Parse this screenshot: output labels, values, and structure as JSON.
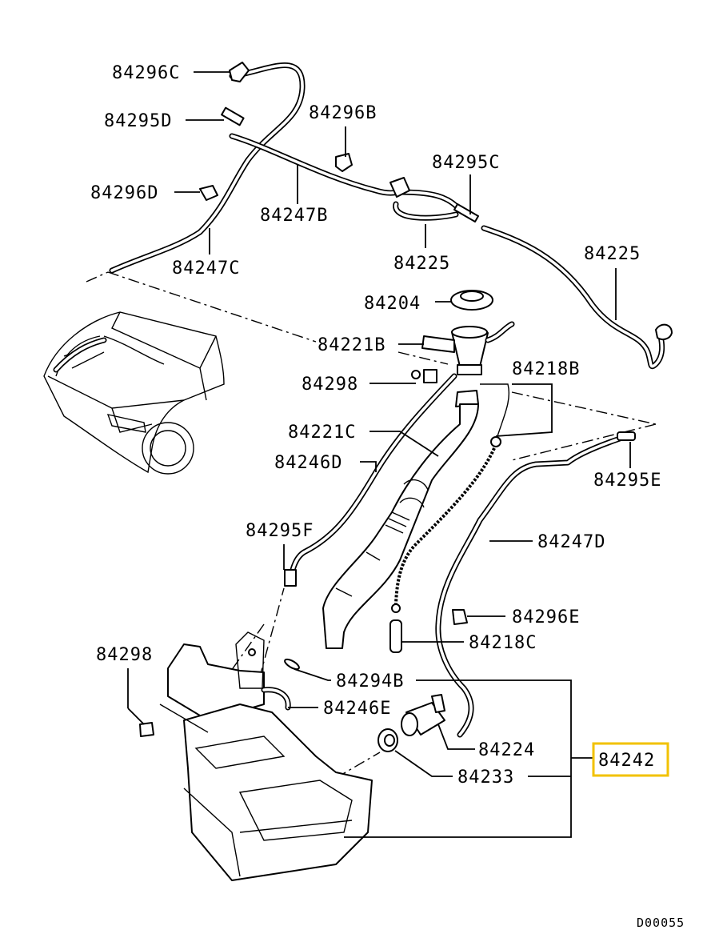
{
  "diagram_code": "D00055",
  "highlight_color": "#f2c200",
  "callouts": [
    {
      "key": "c1",
      "text": "84296C"
    },
    {
      "key": "c2",
      "text": "84295D"
    },
    {
      "key": "c3",
      "text": "84296B"
    },
    {
      "key": "c4",
      "text": "84295C"
    },
    {
      "key": "c5",
      "text": "84296D"
    },
    {
      "key": "c6",
      "text": "84247B"
    },
    {
      "key": "c7",
      "text": "84225"
    },
    {
      "key": "c8",
      "text": "84225"
    },
    {
      "key": "c9",
      "text": "84247C"
    },
    {
      "key": "c10",
      "text": "84204"
    },
    {
      "key": "c11",
      "text": "84221B"
    },
    {
      "key": "c12",
      "text": "84218B"
    },
    {
      "key": "c13",
      "text": "84298"
    },
    {
      "key": "c14",
      "text": "84221C"
    },
    {
      "key": "c15",
      "text": "84246D"
    },
    {
      "key": "c16",
      "text": "84295E"
    },
    {
      "key": "c17",
      "text": "84295F"
    },
    {
      "key": "c18",
      "text": "84247D"
    },
    {
      "key": "c19",
      "text": "84296E"
    },
    {
      "key": "c20",
      "text": "84298"
    },
    {
      "key": "c21",
      "text": "84218C"
    },
    {
      "key": "c22",
      "text": "84294B"
    },
    {
      "key": "c23",
      "text": "84246E"
    },
    {
      "key": "c24",
      "text": "84224"
    },
    {
      "key": "c25",
      "text": "84242",
      "highlighted": true
    },
    {
      "key": "c26",
      "text": "84233"
    }
  ]
}
